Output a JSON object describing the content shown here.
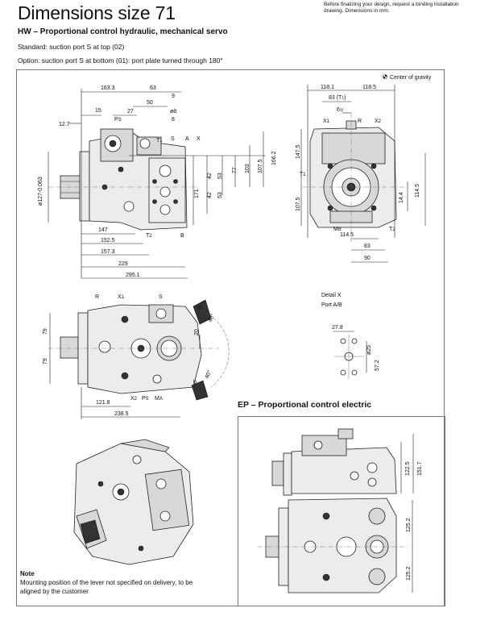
{
  "header": {
    "title": "Dimensions size 71",
    "note": "Before finalizing your design, request a binding installation drawing. Dimensions in mm."
  },
  "hw": {
    "heading": "HW – Proportional control hydraulic, mechanical servo",
    "standard": "Standard: suction port S at top (02)",
    "option": "Option: suction port S at bottom (01): port plate turned through 180°"
  },
  "center_of_gravity": "Center of gravity",
  "side_view": {
    "dims": [
      "163.3",
      "63",
      "9",
      "50",
      "27",
      "15",
      "12.7",
      "ø8",
      "8",
      "ø127-0.063",
      "147",
      "152.5",
      "157.3",
      "229",
      "295.1",
      "171",
      "42",
      "42",
      "53",
      "53",
      "77",
      "103",
      "107.5",
      "166.2"
    ],
    "labels": [
      "PS",
      "T1",
      "S",
      "A",
      "X",
      "T2",
      "B"
    ]
  },
  "front_view": {
    "dims": [
      "118.1",
      "118.5",
      "83 (T1)",
      "61",
      "147.5",
      "107.5",
      "114.5",
      "14.4",
      "114.5",
      "83",
      "90"
    ],
    "labels": [
      "X1",
      "R",
      "X2",
      "T1",
      "MB",
      "T2"
    ]
  },
  "top_view": {
    "dims": [
      "79",
      "79",
      "20",
      "40°",
      "40°",
      "121.8",
      "238.5"
    ],
    "labels": [
      "R",
      "X1",
      "S",
      "X2",
      "PS",
      "MA",
      "a",
      "b"
    ]
  },
  "detail_x": {
    "title": "Detail X",
    "subtitle": "Port A/B",
    "dims": [
      "27.8",
      "ø25",
      "57.2"
    ]
  },
  "ep": {
    "heading": "EP – Proportional control electric",
    "dims": [
      "122.5",
      "151.7",
      "125.2",
      "125.2"
    ]
  },
  "note": {
    "label": "Note",
    "text": "Mounting position of the lever not specified on delivery, to be aligned by the customer"
  }
}
